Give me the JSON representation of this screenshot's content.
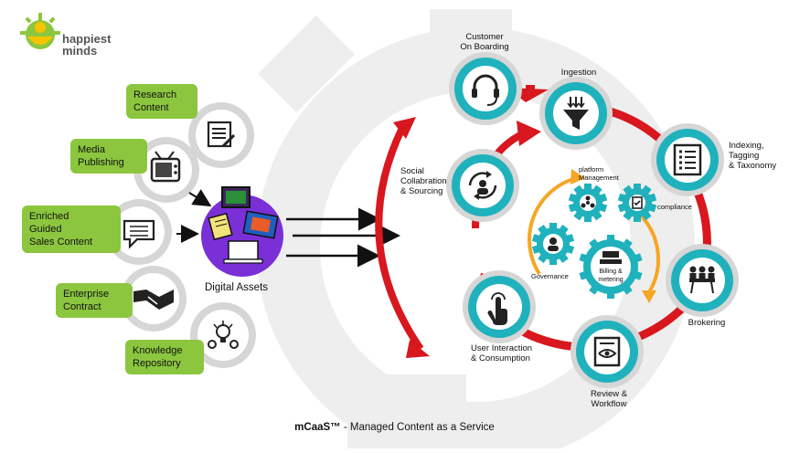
{
  "brand": {
    "line1": "happiest",
    "line2": "minds"
  },
  "left_sources": [
    {
      "label": "Research Content",
      "lines": [
        "Research",
        "Content"
      ],
      "icon": "document-edit-icon"
    },
    {
      "label": "Media Publishing",
      "lines": [
        "Media",
        "Publishing"
      ],
      "icon": "tv-icon"
    },
    {
      "label": "Enriched Guided Sales Content",
      "lines": [
        "Enriched",
        "Guided",
        "Sales Content"
      ],
      "icon": "chat-icon"
    },
    {
      "label": "Enterprise Contract",
      "lines": [
        "Enterprise",
        "Contract"
      ],
      "icon": "handshake-icon"
    },
    {
      "label": "Knowledge Repository",
      "lines": [
        "Knowledge",
        "Repository"
      ],
      "icon": "lightbulb-icon"
    }
  ],
  "hub": {
    "label": "Digital Assets",
    "color": "#7b2fd6"
  },
  "cycle_nodes": [
    {
      "id": "customer",
      "lines": [
        "Customer",
        "On Boarding"
      ],
      "icon": "headset-icon"
    },
    {
      "id": "ingestion",
      "lines": [
        "Ingestion"
      ],
      "icon": "funnel-icon"
    },
    {
      "id": "indexing",
      "lines": [
        "Indexing,",
        "Tagging",
        "& Taxonomy"
      ],
      "icon": "list-icon"
    },
    {
      "id": "brokering",
      "lines": [
        "Brokering"
      ],
      "icon": "meeting-icon"
    },
    {
      "id": "review",
      "lines": [
        "Review &",
        "Workflow"
      ],
      "icon": "eye-document-icon"
    },
    {
      "id": "interaction",
      "lines": [
        "User Interaction",
        "& Consumption"
      ],
      "icon": "touch-icon"
    },
    {
      "id": "social",
      "lines": [
        "Social",
        "Collabration",
        "& Sourcing"
      ],
      "icon": "people-cycle-icon"
    }
  ],
  "center_gears": [
    {
      "id": "platform",
      "lines": [
        "platform",
        "Management"
      ],
      "icon": "network-icon"
    },
    {
      "id": "compliance",
      "lines": [
        "compliance"
      ],
      "icon": "clipboard-check-icon"
    },
    {
      "id": "governance",
      "lines": [
        "Governance"
      ],
      "icon": "person-icon"
    },
    {
      "id": "billing",
      "lines": [
        "Billing &",
        "metering"
      ],
      "icon": "cash-register-icon"
    }
  ],
  "footer": {
    "bold": "mCaaS™",
    "rest": "- Managed Content as a Service"
  },
  "colors": {
    "green": "#8cc63f",
    "teal": "#1fb2bd",
    "red": "#d8171e",
    "purple": "#7b2fd6",
    "orange": "#f5a623",
    "gray_ring": "#d6d6d6"
  }
}
